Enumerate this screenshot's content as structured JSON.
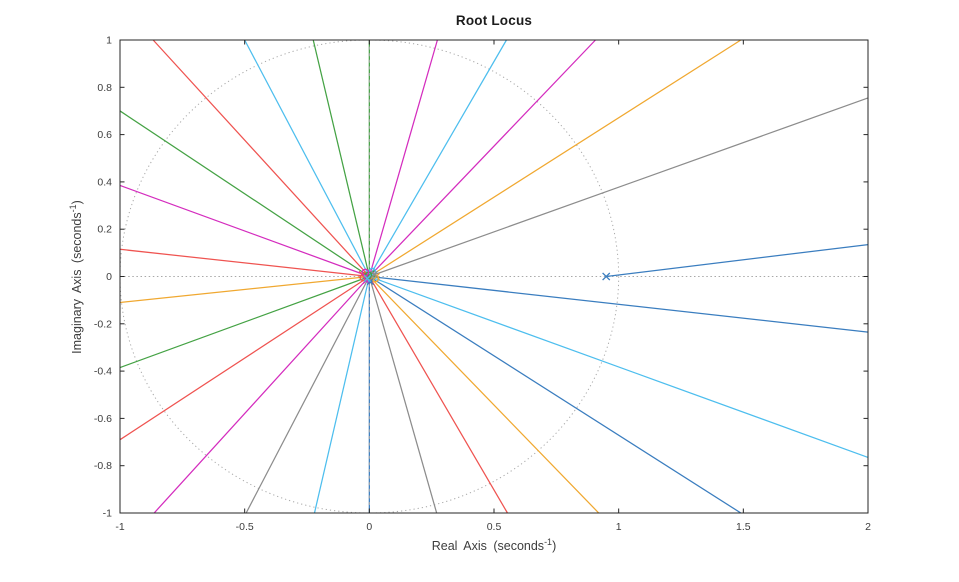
{
  "figure": {
    "title": "Root Locus",
    "xlabel": {
      "pre": "Real Axis (seconds",
      "sup": "-1",
      "post": ")"
    },
    "ylabel": {
      "pre": "Imaginary Axis (seconds",
      "sup": "-1",
      "post": ")"
    }
  },
  "chart_data": {
    "type": "line",
    "subtype": "root-locus",
    "title": "Root Locus",
    "xlabel": "Real Axis (seconds^-1)",
    "ylabel": "Imaginary Axis (seconds^-1)",
    "xlim": [
      -1,
      2
    ],
    "ylim": [
      -1,
      1
    ],
    "grid": false,
    "legend": "none",
    "xticks": [
      "-1",
      "-0.5",
      "0",
      "0.5",
      "1",
      "1.5",
      "2"
    ],
    "xtick_values": [
      -1,
      -0.5,
      0,
      0.5,
      1,
      1.5,
      2
    ],
    "yticks": [
      "1",
      "0.8",
      "0.6",
      "0.4",
      "0.2",
      "0",
      "-0.2",
      "-0.4",
      "-0.6",
      "-0.8",
      "-1"
    ],
    "ytick_values": [
      1,
      0.8,
      0.6,
      0.4,
      0.2,
      0,
      -0.2,
      -0.4,
      -0.6,
      -0.8,
      -1
    ],
    "axis_color": "#262626",
    "guide_color": "#a8a8a8",
    "palette": {
      "red": "#ef5350",
      "green": "#44a244",
      "cyan": "#4dbeee",
      "magenta": "#d42cbe",
      "gray": "#8c8c8c",
      "amber": "#f0a830",
      "blue": "#3a7dbf"
    },
    "unit_circle": {
      "cx": 0,
      "cy": 0,
      "r": 1,
      "style": "dotted"
    },
    "guides": [
      {
        "type": "h",
        "y": 0,
        "dash": "dot"
      },
      {
        "type": "v",
        "x": 0,
        "dash": "dash"
      }
    ],
    "pole": {
      "x": 0.95,
      "y": 0,
      "marker": "x",
      "color": "blue"
    },
    "branches": [
      {
        "from": [
          0,
          0
        ],
        "to": [
          -0.867,
          1
        ],
        "color": "red"
      },
      {
        "from": [
          0,
          0
        ],
        "to": [
          -0.5,
          1
        ],
        "color": "cyan"
      },
      {
        "from": [
          0,
          0
        ],
        "to": [
          -0.225,
          1
        ],
        "color": "green"
      },
      {
        "from": [
          0,
          0
        ],
        "to": [
          0,
          1
        ],
        "color": "green"
      },
      {
        "from": [
          0,
          0
        ],
        "to": [
          0.273,
          1
        ],
        "color": "magenta"
      },
      {
        "from": [
          0,
          0
        ],
        "to": [
          0.55,
          1
        ],
        "color": "cyan"
      },
      {
        "from": [
          0,
          0
        ],
        "to": [
          0.907,
          1
        ],
        "color": "magenta"
      },
      {
        "from": [
          0,
          0
        ],
        "to": [
          1.49,
          1
        ],
        "color": "amber"
      },
      {
        "from": [
          0,
          0
        ],
        "to": [
          2,
          0.755
        ],
        "color": "gray"
      },
      {
        "from": [
          0.95,
          0
        ],
        "to": [
          2,
          0.135
        ],
        "color": "blue"
      },
      {
        "from": [
          0,
          0
        ],
        "to": [
          2,
          -0.235
        ],
        "color": "blue"
      },
      {
        "from": [
          0,
          0
        ],
        "to": [
          2,
          -0.765
        ],
        "color": "cyan"
      },
      {
        "from": [
          0,
          0
        ],
        "to": [
          1.49,
          -1
        ],
        "color": "blue"
      },
      {
        "from": [
          0,
          0
        ],
        "to": [
          0.92,
          -1
        ],
        "color": "amber"
      },
      {
        "from": [
          0,
          0
        ],
        "to": [
          0.554,
          -1
        ],
        "color": "red"
      },
      {
        "from": [
          0,
          0
        ],
        "to": [
          0.27,
          -1
        ],
        "color": "gray"
      },
      {
        "from": [
          0,
          0
        ],
        "to": [
          0,
          -1
        ],
        "color": "blue"
      },
      {
        "from": [
          0,
          0
        ],
        "to": [
          -0.22,
          -1
        ],
        "color": "cyan"
      },
      {
        "from": [
          0,
          0
        ],
        "to": [
          -0.494,
          -1
        ],
        "color": "gray"
      },
      {
        "from": [
          0,
          0
        ],
        "to": [
          -0.863,
          -1
        ],
        "color": "magenta"
      },
      {
        "from": [
          0,
          0
        ],
        "to": [
          -1,
          -0.69
        ],
        "color": "red"
      },
      {
        "from": [
          0,
          0
        ],
        "to": [
          -1,
          -0.385
        ],
        "color": "green"
      },
      {
        "from": [
          0,
          0
        ],
        "to": [
          -1,
          -0.11
        ],
        "color": "amber"
      },
      {
        "from": [
          0,
          0
        ],
        "to": [
          -1,
          0.115
        ],
        "color": "red"
      },
      {
        "from": [
          0,
          0
        ],
        "to": [
          -1,
          0.385
        ],
        "color": "magenta"
      },
      {
        "from": [
          0,
          0
        ],
        "to": [
          -1,
          0.7
        ],
        "color": "green"
      }
    ],
    "origin_markers": [
      {
        "shape": "o",
        "color": "blue",
        "dx": 0,
        "dy": 3
      },
      {
        "shape": "o",
        "color": "red",
        "dx": -6,
        "dy": 1
      },
      {
        "shape": "x",
        "color": "red",
        "dx": -7,
        "dy": -2
      },
      {
        "shape": "o",
        "color": "amber",
        "dx": 6,
        "dy": 2
      },
      {
        "shape": "x",
        "color": "green",
        "dx": 2,
        "dy": -3
      },
      {
        "shape": "o",
        "color": "cyan",
        "dx": 3,
        "dy": -5
      },
      {
        "shape": "x",
        "color": "magenta",
        "dx": -3,
        "dy": 4
      },
      {
        "shape": "o",
        "color": "green",
        "dx": -1,
        "dy": -1
      },
      {
        "shape": "x",
        "color": "blue",
        "dx": 1,
        "dy": 5
      },
      {
        "shape": "x",
        "color": "amber",
        "dx": 7,
        "dy": 0
      },
      {
        "shape": "o",
        "color": "magenta",
        "dx": -4,
        "dy": -4
      },
      {
        "shape": "x",
        "color": "cyan",
        "dx": -2,
        "dy": 2
      },
      {
        "shape": "x",
        "color": "gray",
        "dx": 5,
        "dy": -2
      }
    ]
  }
}
